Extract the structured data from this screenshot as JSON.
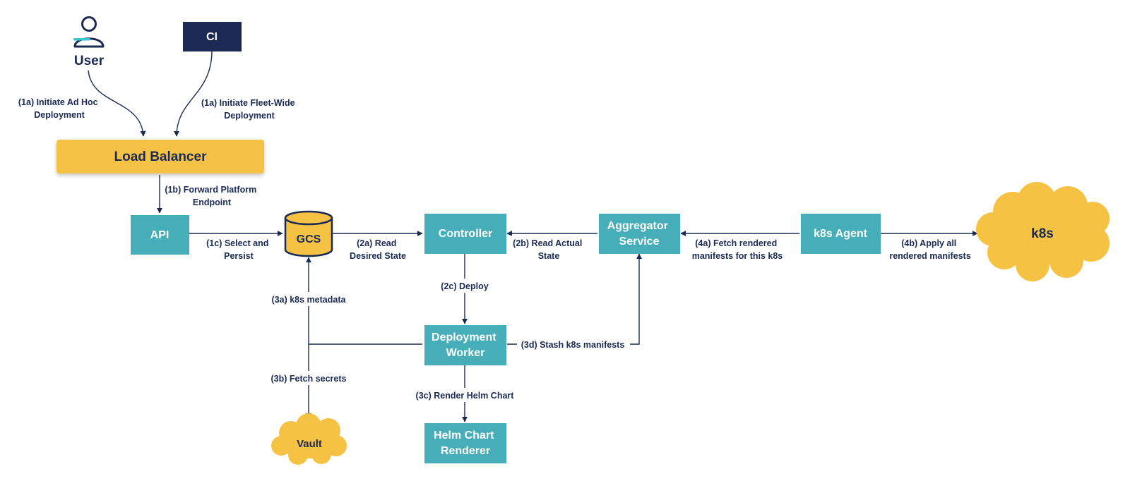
{
  "actors": {
    "user": "User",
    "ci": "CI"
  },
  "nodes": {
    "load_balancer": "Load Balancer",
    "api": "API",
    "gcs": "GCS",
    "controller": "Controller",
    "aggregator_service": [
      "Aggregator",
      "Service"
    ],
    "k8s_agent": "k8s Agent",
    "k8s": "k8s",
    "deployment_worker": [
      "Deployment",
      "Worker"
    ],
    "helm_chart_renderer": [
      "Helm Chart",
      "Renderer"
    ],
    "vault": "Vault"
  },
  "edges": {
    "e1a_user": [
      "(1a) Initiate Ad Hoc",
      "Deployment"
    ],
    "e1a_ci": [
      "(1a) Initiate Fleet-Wide",
      "Deployment"
    ],
    "e1b": [
      "(1b) Forward Platform",
      "Endpoint"
    ],
    "e1c": [
      "(1c) Select and",
      "Persist"
    ],
    "e2a": [
      "(2a) Read",
      "Desired State"
    ],
    "e2b": [
      "(2b) Read Actual",
      "State"
    ],
    "e4a": [
      "(4a) Fetch rendered",
      "manifests for this k8s"
    ],
    "e4b": [
      "(4b) Apply all",
      "rendered manifests"
    ],
    "e2c": "(2c) Deploy",
    "e3a": "(3a) k8s metadata",
    "e3b": "(3b) Fetch secrets",
    "e3c": "(3c) Render Helm Chart",
    "e3d": "(3d) Stash k8s manifests"
  },
  "colors": {
    "teal": "#46aeb8",
    "navy": "#1b2a55",
    "yellow": "#f6c244",
    "user_accent": "#3ec3d3"
  },
  "icons": {
    "user": "person-outline-icon",
    "gcs": "database-cylinder-icon",
    "cloud": "cloud-shape-icon"
  }
}
